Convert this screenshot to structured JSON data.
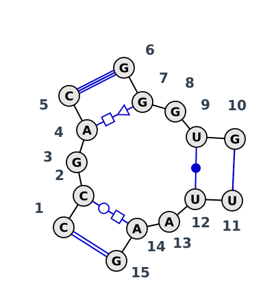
{
  "colors": {
    "backbone": "#000000",
    "pair": "#0000cc",
    "index_label": "#33414f",
    "node_fill": "#e6e6e6"
  },
  "nucleotides": [
    {
      "index": "1",
      "base": "C"
    },
    {
      "index": "2",
      "base": "C"
    },
    {
      "index": "3",
      "base": "G"
    },
    {
      "index": "4",
      "base": "A"
    },
    {
      "index": "5",
      "base": "C"
    },
    {
      "index": "6",
      "base": "G"
    },
    {
      "index": "7",
      "base": "G"
    },
    {
      "index": "8",
      "base": "G"
    },
    {
      "index": "9",
      "base": "U"
    },
    {
      "index": "10",
      "base": "G"
    },
    {
      "index": "11",
      "base": "U"
    },
    {
      "index": "12",
      "base": "U"
    },
    {
      "index": "13",
      "base": "A"
    },
    {
      "index": "14",
      "base": "A"
    },
    {
      "index": "15",
      "base": "G"
    }
  ],
  "interactions": [
    {
      "from": 1,
      "to": 15,
      "type": "canonical-double-line"
    },
    {
      "from": 5,
      "to": 6,
      "type": "canonical-triple-line"
    },
    {
      "from": 4,
      "to": 7,
      "type": "square-triangle"
    },
    {
      "from": 2,
      "to": 14,
      "type": "circle-square"
    },
    {
      "from": 9,
      "to": 12,
      "type": "dot"
    },
    {
      "from": 10,
      "to": 11,
      "type": "single-line"
    }
  ]
}
